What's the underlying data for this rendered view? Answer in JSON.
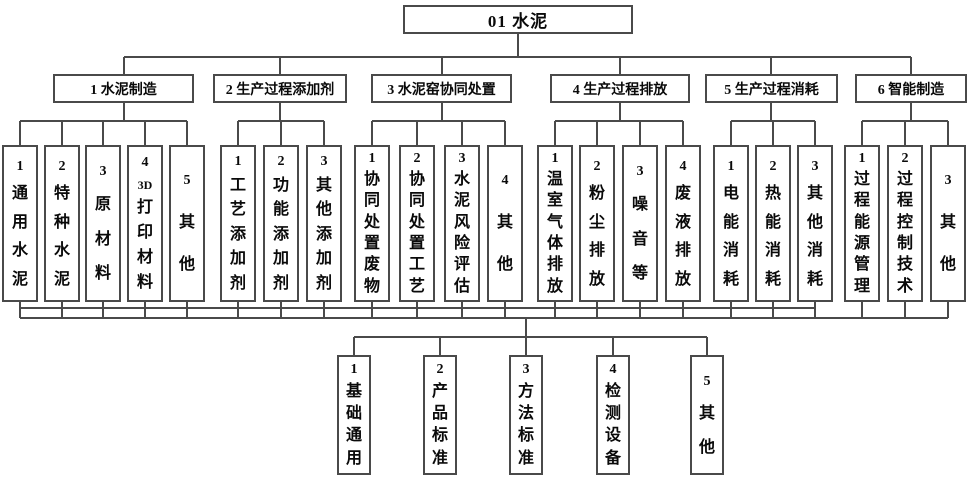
{
  "diagram": {
    "root_label": "01 水泥",
    "groups": [
      {
        "header": "1 水泥制造",
        "children": [
          {
            "no": "1",
            "lines": [
              "通",
              "用",
              "水",
              "泥"
            ]
          },
          {
            "no": "2",
            "lines": [
              "特",
              "种",
              "水",
              "泥"
            ]
          },
          {
            "no": "3",
            "lines": [
              "原",
              "材",
              "料"
            ]
          },
          {
            "no": "4",
            "lines": [
              "3D",
              "打",
              "印",
              "材",
              "料"
            ]
          },
          {
            "no": "5",
            "lines": [
              "其",
              "他"
            ]
          }
        ]
      },
      {
        "header": "2 生产过程添加剂",
        "children": [
          {
            "no": "1",
            "lines": [
              "工",
              "艺",
              "添",
              "加",
              "剂"
            ]
          },
          {
            "no": "2",
            "lines": [
              "功",
              "能",
              "添",
              "加",
              "剂"
            ]
          },
          {
            "no": "3",
            "lines": [
              "其",
              "他",
              "添",
              "加",
              "剂"
            ]
          }
        ]
      },
      {
        "header": "3 水泥窑协同处置",
        "children": [
          {
            "no": "1",
            "lines": [
              "协",
              "同",
              "处",
              "置",
              "废",
              "物"
            ]
          },
          {
            "no": "2",
            "lines": [
              "协",
              "同",
              "处",
              "置",
              "工",
              "艺"
            ]
          },
          {
            "no": "3",
            "lines": [
              "水",
              "泥",
              "风",
              "险",
              "评",
              "估"
            ]
          },
          {
            "no": "4",
            "lines": [
              "其",
              "他"
            ]
          }
        ]
      },
      {
        "header": "4 生产过程排放",
        "children": [
          {
            "no": "1",
            "lines": [
              "温",
              "室",
              "气",
              "体",
              "排",
              "放"
            ]
          },
          {
            "no": "2",
            "lines": [
              "粉",
              "尘",
              "排",
              "放"
            ]
          },
          {
            "no": "3",
            "lines": [
              "噪",
              "音",
              "等"
            ]
          },
          {
            "no": "4",
            "lines": [
              "废",
              "液",
              "排",
              "放"
            ]
          }
        ]
      },
      {
        "header": "5 生产过程消耗",
        "children": [
          {
            "no": "1",
            "lines": [
              "电",
              "能",
              "消",
              "耗"
            ]
          },
          {
            "no": "2",
            "lines": [
              "热",
              "能",
              "消",
              "耗"
            ]
          },
          {
            "no": "3",
            "lines": [
              "其",
              "他",
              "消",
              "耗"
            ]
          }
        ]
      },
      {
        "header": "6 智能制造",
        "children": [
          {
            "no": "1",
            "lines": [
              "过",
              "程",
              "能",
              "源",
              "管",
              "理"
            ]
          },
          {
            "no": "2",
            "lines": [
              "过",
              "程",
              "控",
              "制",
              "技",
              "术"
            ]
          },
          {
            "no": "3",
            "lines": [
              "其",
              "他"
            ]
          }
        ]
      }
    ],
    "bottom_children": [
      {
        "no": "1",
        "lines": [
          "基",
          "础",
          "通",
          "用"
        ]
      },
      {
        "no": "2",
        "lines": [
          "产",
          "品",
          "标",
          "准"
        ]
      },
      {
        "no": "3",
        "lines": [
          "方",
          "法",
          "标",
          "准"
        ]
      },
      {
        "no": "4",
        "lines": [
          "检",
          "测",
          "设",
          "备"
        ]
      },
      {
        "no": "5",
        "lines": [
          "其",
          "他"
        ]
      }
    ],
    "colors": {
      "border": "#4a4a4a",
      "line": "#4a4a4a",
      "text": "#0a0a0a",
      "background": "#ffffff"
    }
  }
}
